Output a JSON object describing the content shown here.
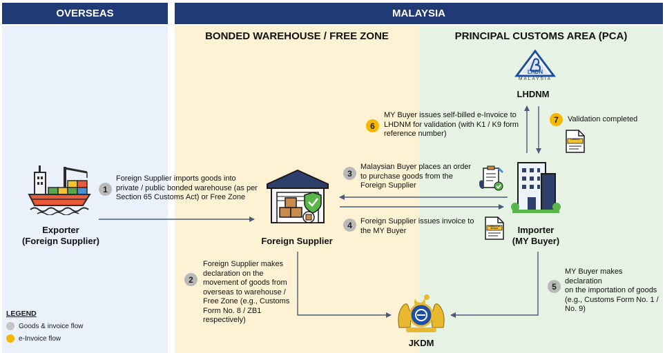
{
  "header": {
    "overseas": "OVERSEAS",
    "malaysia": "MALAYSIA"
  },
  "zones": {
    "bonded": "BONDED WAREHOUSE / FREE ZONE",
    "pca": "PRINCIPAL CUSTOMS AREA (PCA)"
  },
  "nodes": {
    "exporter": [
      "Exporter",
      "(Foreign Supplier)"
    ],
    "foreign_supplier": "Foreign Supplier",
    "importer": [
      "Importer",
      "(MY Buyer)"
    ],
    "lhdnm": "LHDNM",
    "jkdm": "JKDM",
    "lhdn_logo_text": "LHDN",
    "lhdn_logo_sub": "MALAYSIA"
  },
  "steps": [
    {
      "num": "1",
      "flow": "goods",
      "lines": [
        "Foreign Supplier imports goods into",
        "private / public bonded warehouse (as per",
        "Section 65 Customs Act) or Free Zone"
      ]
    },
    {
      "num": "2",
      "flow": "goods",
      "lines": [
        "Foreign Supplier makes",
        "declaration on the",
        "movement of goods from",
        "overseas to warehouse /",
        "Free Zone (e.g., Customs",
        "Form No. 8 / ZB1",
        "respectively)"
      ]
    },
    {
      "num": "3",
      "flow": "goods",
      "lines": [
        "Malaysian Buyer places an order",
        "to purchase goods from the",
        "Foreign Supplier"
      ]
    },
    {
      "num": "4",
      "flow": "goods",
      "lines": [
        "Foreign Supplier issues invoice to",
        "the MY Buyer"
      ]
    },
    {
      "num": "5",
      "flow": "goods",
      "lines": [
        "MY Buyer makes declaration",
        "on the importation of goods",
        "(e.g., Customs Form No. 1 /",
        "No. 9)"
      ]
    },
    {
      "num": "6",
      "flow": "einvoice",
      "lines": [
        "MY Buyer issues self-billed e-Invoice to",
        "LHDNM for validation (with K1 / K9 form",
        "reference number)"
      ]
    },
    {
      "num": "7",
      "flow": "einvoice",
      "lines": [
        "Validation completed"
      ]
    }
  ],
  "documents": {
    "einvoice_label": "E-INVOICE",
    "commercial_invoice_label": "COMMERCIAL INVOICE"
  },
  "legend": {
    "title": "LEGEND",
    "goods": "Goods & invoice flow",
    "einvoice": "e-Invoice flow"
  },
  "colors": {
    "banner": "#1f3a75",
    "overseas_bg": "#eaf1fa",
    "bonded_bg": "#fdf3d4",
    "pca_bg": "#e6f2e3",
    "goods_flow": "#b9b9b9",
    "einvoice_flow": "#f5b800",
    "arrow": "#4a5a7a"
  }
}
